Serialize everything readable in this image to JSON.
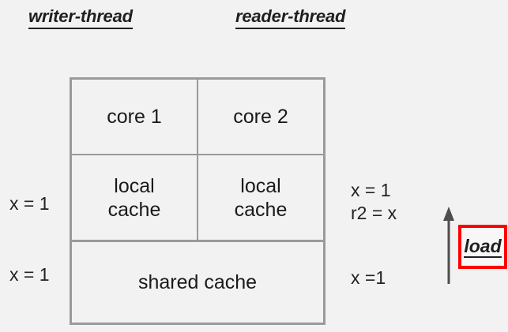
{
  "diagram": {
    "title_left": "writer-thread",
    "title_right": "reader-thread",
    "cells": {
      "core_left": "core 1",
      "core_right": "core 2",
      "local_cache_left": "local\ncache",
      "local_cache_right": "local\ncache",
      "shared_cache": "shared cache"
    },
    "writer_annotations": {
      "local_cache": "x = 1",
      "shared_cache": "x = 1"
    },
    "reader_annotations": {
      "local_cache_value": "x = 1",
      "register_read": "r2 = x",
      "shared_cache": "x =1"
    },
    "operation": {
      "label": "load",
      "arrow_direction": "up",
      "highlight_color": "#fe0000"
    },
    "colors": {
      "background": "#f2f2f2",
      "box_border": "#9a9a9a",
      "text": "#1a1a1a",
      "highlight": "#fe0000",
      "arrow": "#4d4d4d"
    }
  }
}
